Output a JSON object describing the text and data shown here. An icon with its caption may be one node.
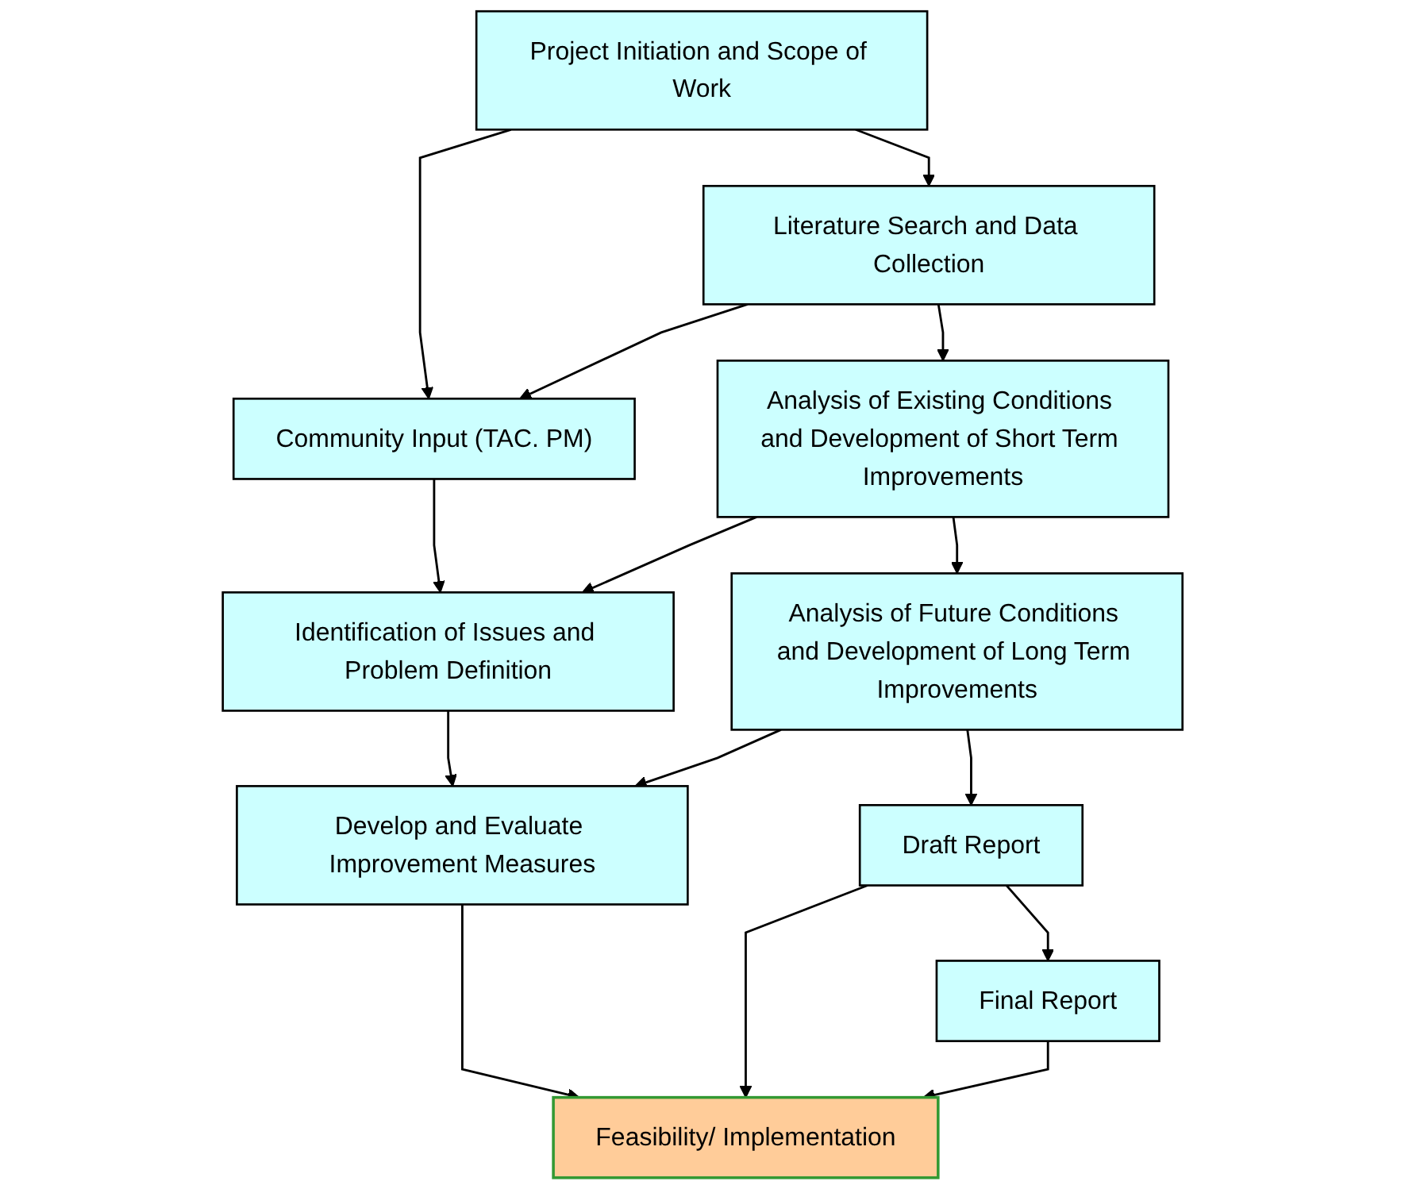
{
  "diagram": {
    "nodes": [
      {
        "text": [
          "Project Initiation and Scope of Work"
        ]
      },
      {
        "text": [
          "Literature Search and Data Collection"
        ]
      },
      {
        "text": [
          "Community Input (TAC. PM)"
        ]
      },
      {
        "text": [
          "Analysis of Existing Conditions and Development of Short Term Improvements"
        ]
      },
      {
        "text": [
          "Identification of Issues and Problem Definition"
        ]
      },
      {
        "text": [
          "Analysis of Future Conditions and Development of Long Term Improvements"
        ]
      },
      {
        "text": [
          "Develop and Evaluate Improvement Measures"
        ]
      },
      {
        "text": [
          "Draft Report"
        ]
      },
      {
        "text": [
          "Feasibility/ Implementation"
        ]
      },
      {
        "text": [
          "Final Report"
        ]
      }
    ],
    "edges": [
      {
        "from": 0,
        "to": 1,
        "arrow": "to"
      },
      {
        "from": 0,
        "to": 2,
        "arrow": "to"
      },
      {
        "from": 1,
        "to": 2,
        "arrow": "to"
      },
      {
        "from": 1,
        "to": 3,
        "arrow": "to"
      },
      {
        "from": 2,
        "to": 4,
        "arrow": "to"
      },
      {
        "from": 3,
        "to": 4,
        "arrow": "to"
      },
      {
        "from": 3,
        "to": 5,
        "arrow": "to"
      },
      {
        "from": 4,
        "to": 6,
        "arrow": "to"
      },
      {
        "from": 5,
        "to": 6,
        "arrow": "to"
      },
      {
        "from": 5,
        "to": 7,
        "arrow": "to"
      },
      {
        "from": 6,
        "to": 8,
        "arrow": "to"
      },
      {
        "from": 7,
        "to": 8,
        "arrow": "to"
      },
      {
        "from": 9,
        "to": 8,
        "arrow": "to"
      },
      {
        "from": 7,
        "to": 9,
        "arrow": "to"
      }
    ]
  }
}
